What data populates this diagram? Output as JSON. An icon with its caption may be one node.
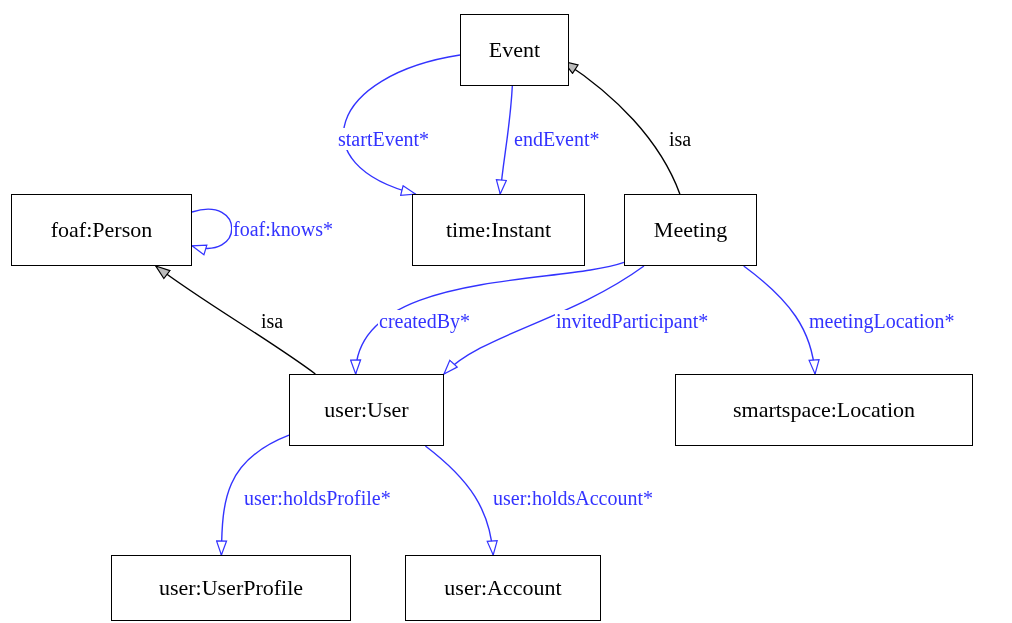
{
  "diagram": {
    "nodes": [
      {
        "text": [
          "Event"
        ]
      },
      {
        "text": [
          "foaf:Person"
        ]
      },
      {
        "text": [
          "time:Instant"
        ]
      },
      {
        "text": [
          "Meeting"
        ]
      },
      {
        "text": [
          "user:User"
        ]
      },
      {
        "text": [
          "smartspace:Location"
        ]
      },
      {
        "text": [
          "user:UserProfile"
        ]
      },
      {
        "text": [
          "user:Account"
        ]
      }
    ],
    "edges": [
      {
        "from": 0,
        "to": 2,
        "arrow": "to",
        "label": "startEvent*"
      },
      {
        "from": 0,
        "to": 2,
        "arrow": "to",
        "label": "endEvent*"
      },
      {
        "from": 3,
        "to": 0,
        "arrow": "to",
        "label": "isa",
        "color": "#000000"
      },
      {
        "from": 1,
        "to": 1,
        "arrow": "to",
        "label": "foaf:knows*"
      },
      {
        "from": 4,
        "to": 1,
        "arrow": "to",
        "label": "isa",
        "color": "#000000"
      },
      {
        "from": 3,
        "to": 4,
        "arrow": "to",
        "label": "createdBy*"
      },
      {
        "from": 3,
        "to": 4,
        "arrow": "to",
        "label": "invitedParticipant*"
      },
      {
        "from": 3,
        "to": 5,
        "arrow": "to",
        "label": "meetingLocation*"
      },
      {
        "from": 4,
        "to": 6,
        "arrow": "to",
        "label": "user:holdsProfile*"
      },
      {
        "from": 4,
        "to": 7,
        "arrow": "to",
        "label": "user:holdsAccount*"
      }
    ]
  }
}
